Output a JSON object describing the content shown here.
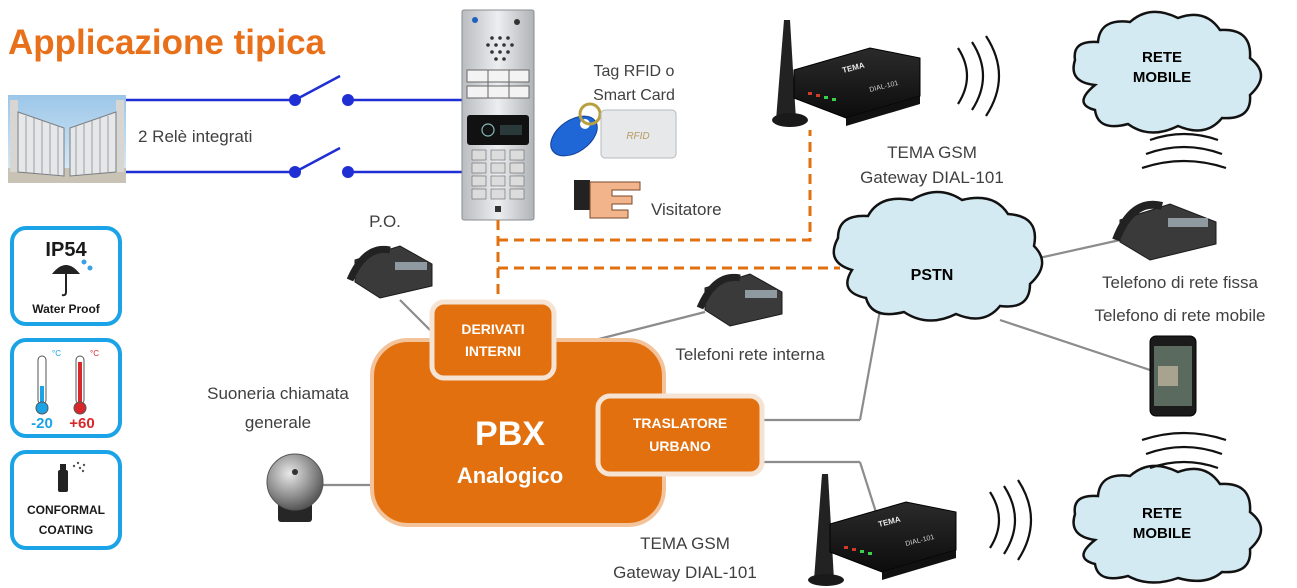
{
  "title": "Applicazione tipica",
  "relay_label": "2 Relè integrati",
  "rfid_label_line1": "Tag RFID o",
  "rfid_label_line2": "Smart Card",
  "rfid_card_text": "RFID",
  "visitor_label": "Visitatore",
  "po_label": "P.O.",
  "gsm_top_line1": "TEMA GSM",
  "gsm_top_line2": "Gateway DIAL-101",
  "gsm_bottom_line1": "TEMA GSM",
  "gsm_bottom_line2": "Gateway DIAL-101",
  "gsm_device_brand": "TEMA",
  "gsm_device_model": "DIAL-101",
  "cloud_mobile_top_line1": "RETE",
  "cloud_mobile_top_line2": "MOBILE",
  "cloud_pstn": "PSTN",
  "cloud_mobile_bottom_line1": "RETE",
  "cloud_mobile_bottom_line2": "MOBILE",
  "fixed_phone_line1": "Telefono di rete fissa",
  "fixed_phone_line2": "Telefono di rete mobile",
  "internal_phones_label": "Telefoni rete interna",
  "bell_label_line1": "Suoneria chiamata",
  "bell_label_line2": "generale",
  "pbx_line1": "PBX",
  "pbx_line2": "Analogico",
  "derivati_line1": "DERIVATI",
  "derivati_line2": "INTERNI",
  "traslatore_line1": "TRASLATORE",
  "traslatore_line2": "URBANO",
  "badge_ip_title": "IP54",
  "badge_ip_sub": "Water Proof",
  "badge_temp_min": "-20",
  "badge_temp_max": "+60",
  "badge_temp_unit": "°C",
  "badge_coating_line1": "CONFORMAL",
  "badge_coating_line2": "COATING",
  "colors": {
    "orange": "#e2700f",
    "title_orange": "#e8701a",
    "blue_line": "#1f2fd3",
    "badge_border": "#1aa3e6",
    "cloud_fill": "#d3eaf2",
    "cloud_text_green": "#0b6f2a",
    "grey_line": "#8c8c8c",
    "dashed_orange": "#e2700f"
  }
}
